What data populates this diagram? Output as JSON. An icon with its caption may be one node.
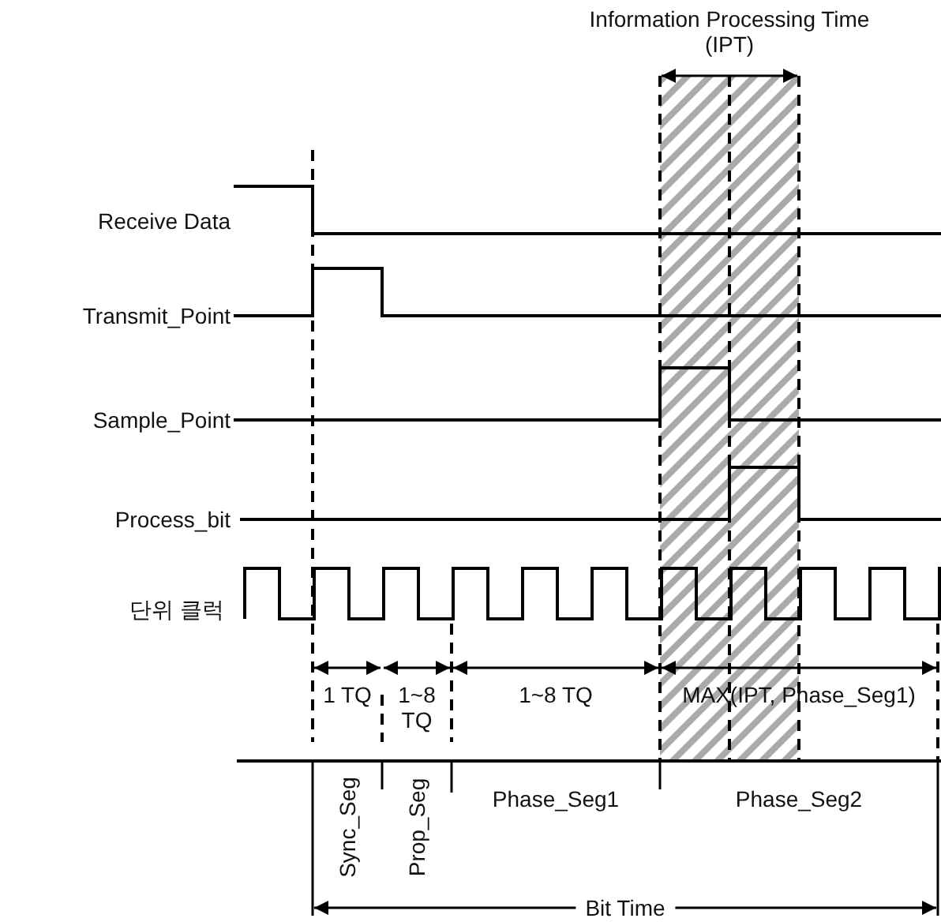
{
  "diagram": {
    "labels": [
      "Information Processing Time",
      "(IPT)",
      "Receive Data",
      "Transmit_Point",
      "Sample_Point",
      "Process_bit",
      "단위 클럭",
      "1 TQ",
      "1~8 TQ",
      "1~8 TQ",
      "MAX(IPT, Phase_Seg1)",
      "Sync_Seg",
      "Prop_Seg",
      "Phase_Seg1",
      "Phase_Seg2",
      "Bit Time"
    ]
  }
}
